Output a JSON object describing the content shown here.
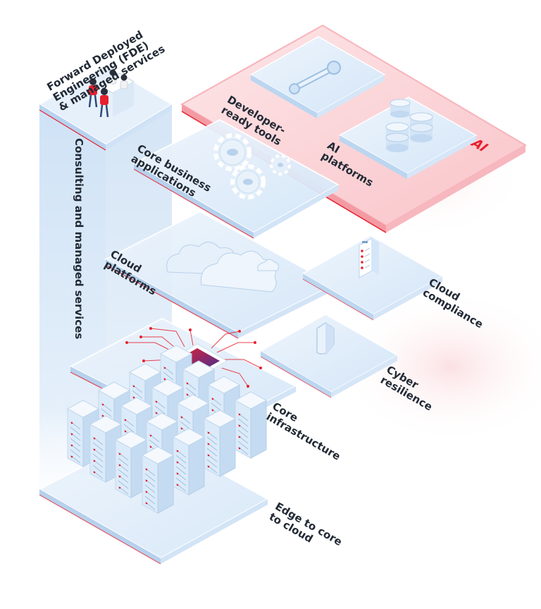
{
  "diagram": {
    "labels": {
      "fde": [
        "Forward Deployed",
        "Engineering (FDE)",
        "& managed services"
      ],
      "consulting": "Consulting and managed services",
      "developer_tools": [
        "Developer-",
        "ready tools"
      ],
      "ai_platforms": [
        "AI",
        "platforms"
      ],
      "ai_badge": "AI",
      "core_business": [
        "Core business",
        "applications"
      ],
      "cloud_platforms": [
        "Cloud",
        "platforms"
      ],
      "cloud_compliance": [
        "Cloud",
        "compliance"
      ],
      "cyber_resilience": [
        "Cyber",
        "resilience"
      ],
      "core_infrastructure": [
        "Core",
        "infrastructure"
      ],
      "edge": [
        "Edge to core",
        "to cloud"
      ]
    },
    "icons": {
      "wrench": "wrench-icon",
      "database": "database-icon",
      "gears": "gears-icon",
      "clouds": "cloud-icon",
      "checklist": "checklist-icon",
      "shield": "shield-icon",
      "chip": "chip-icon",
      "servers": "server-rack-icon",
      "people": "people-meeting-icon"
    },
    "colors": {
      "accent_red": "#e8202e",
      "glass_blue": "#dcebfa",
      "edge_blue": "#9cc3e8",
      "text_dark": "#222a35"
    }
  }
}
